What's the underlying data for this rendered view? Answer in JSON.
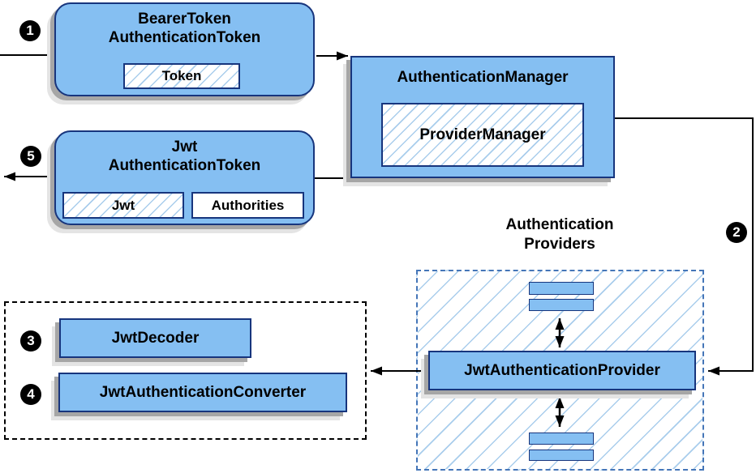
{
  "colors": {
    "node_fill": "#85BFF2",
    "node_border": "#17357D",
    "hatch_line": "#A9CDEC",
    "dashed_blue_border": "#4576B8",
    "black_dashed_border": "#000000",
    "shadow_dark": "#A6A6A6",
    "shadow_light": "#E4E4E4",
    "arrow": "#000000",
    "step_circle_bg": "#000000",
    "step_circle_text": "#FFFFFF"
  },
  "diagram": {
    "bearer_box": {
      "title_line1": "BearerToken",
      "title_line2": "AuthenticationToken",
      "field": "Token"
    },
    "auth_manager": {
      "title": "AuthenticationManager",
      "impl": "ProviderManager"
    },
    "jwt_box": {
      "title_line1": "Jwt",
      "title_line2": "AuthenticationToken",
      "field1": "Jwt",
      "field2": "Authorities"
    },
    "providers_group": {
      "label_line1": "Authentication",
      "label_line2": "Providers",
      "provider": "JwtAuthenticationProvider"
    },
    "helpers": {
      "decoder": "JwtDecoder",
      "converter": "JwtAuthenticationConverter"
    },
    "steps": [
      "1",
      "2",
      "3",
      "4",
      "5"
    ]
  }
}
